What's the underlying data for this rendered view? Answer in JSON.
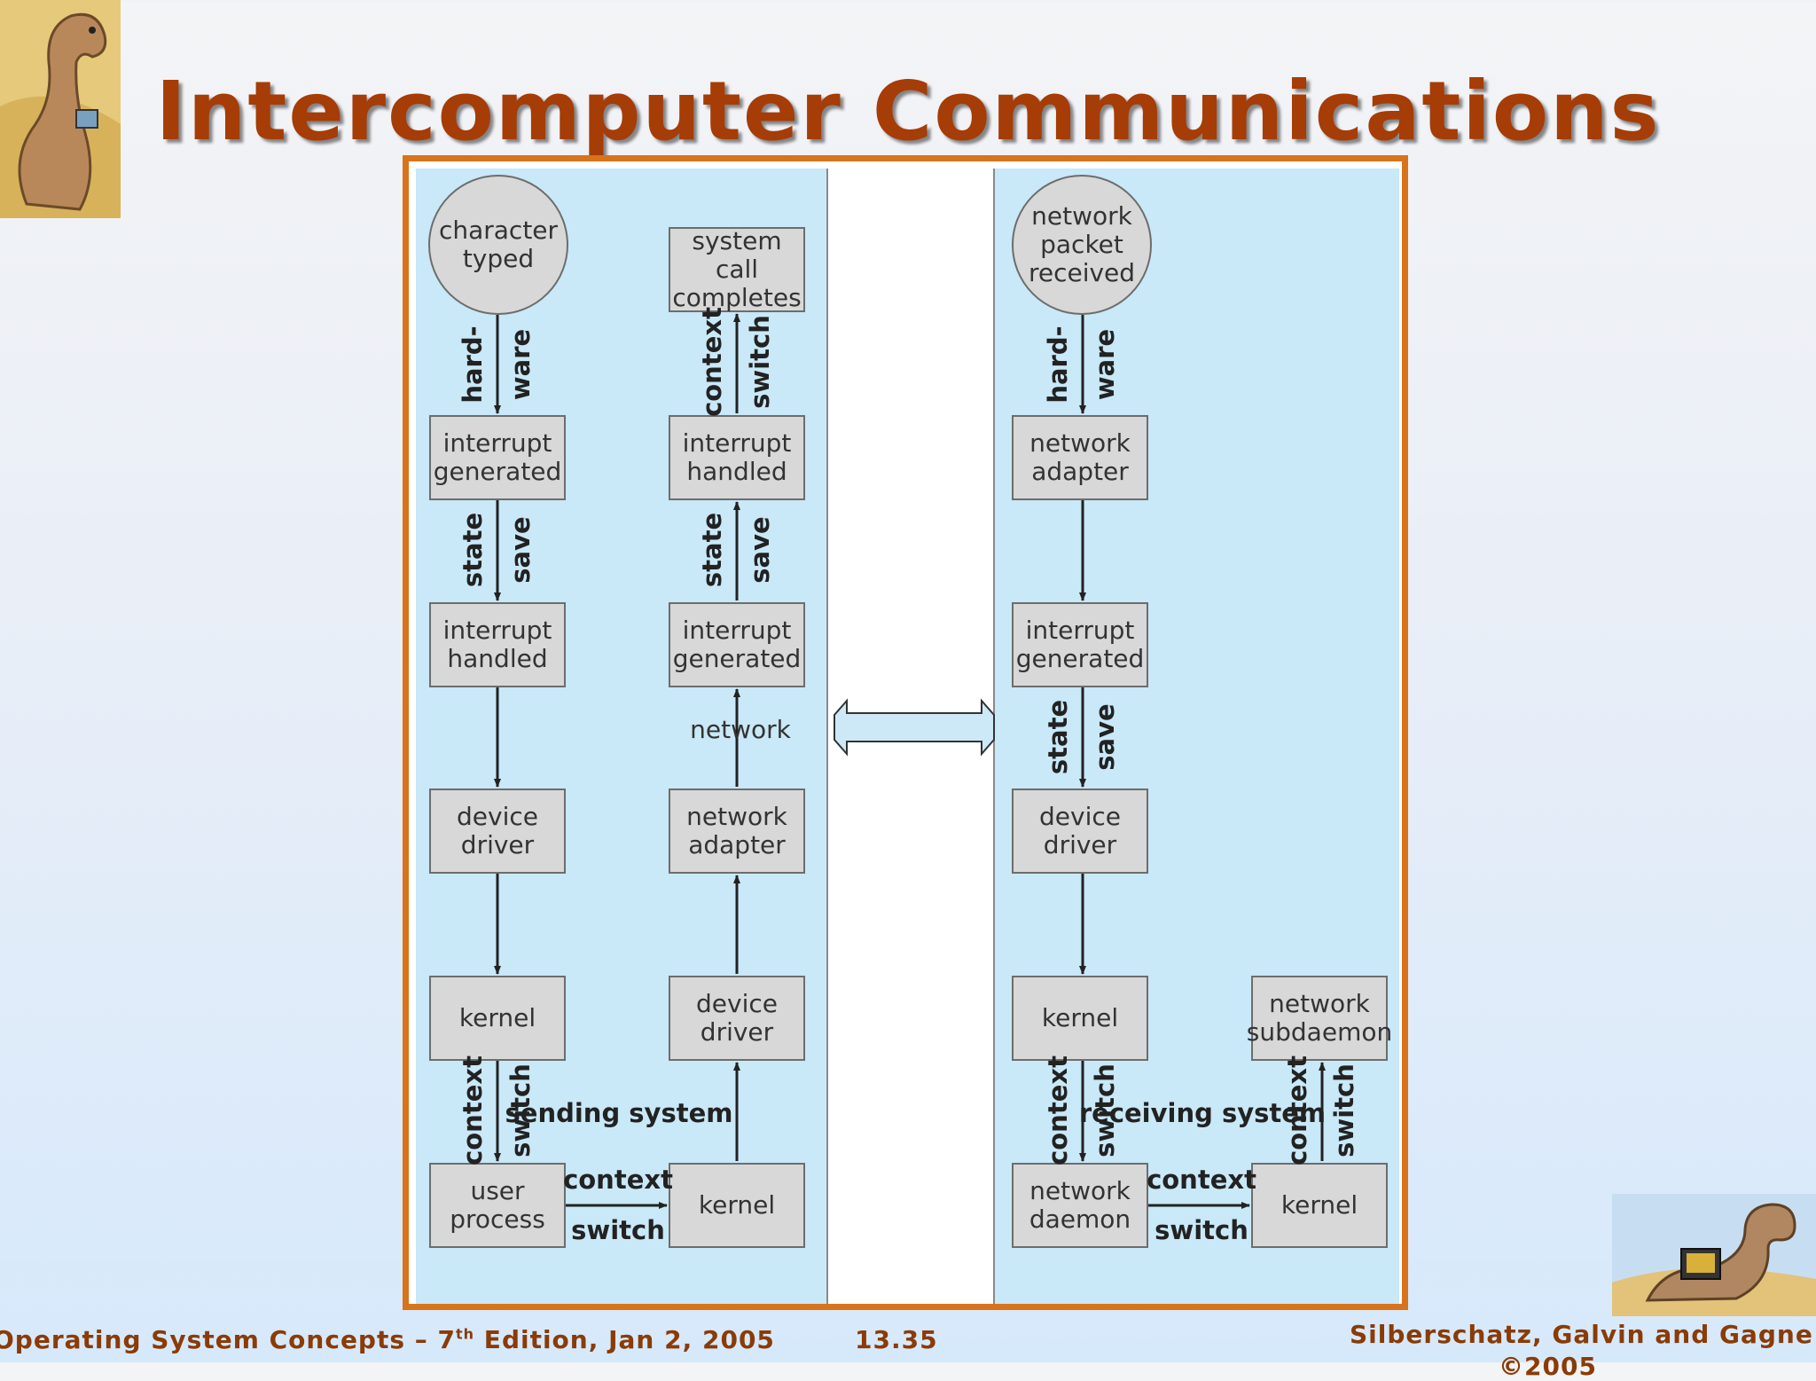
{
  "slide": {
    "title": "Intercomputer Communications",
    "footer_left_pre": "Operating System Concepts – 7",
    "footer_left_sup": "th",
    "footer_left_post": " Edition, Jan 2, 2005",
    "footer_center": "13.35",
    "footer_right_line1": "Silberschatz, Galvin and Gagne",
    "footer_right_line2": "©2005"
  },
  "diagram": {
    "network_label": "network",
    "sending_system": {
      "label": "sending system",
      "left_column": {
        "start": "character\ntyped",
        "boxes": [
          "interrupt\ngenerated",
          "interrupt\nhandled",
          "device\ndriver",
          "kernel",
          "user\nprocess"
        ]
      },
      "right_column": {
        "boxes": [
          "system call\ncompletes",
          "interrupt\nhandled",
          "interrupt\ngenerated",
          "network\nadapter",
          "device\ndriver",
          "kernel"
        ]
      }
    },
    "receiving_system": {
      "label": "receiving system",
      "left_column": {
        "start": "network\npacket\nreceived",
        "boxes": [
          "network\nadapter",
          "interrupt\ngenerated",
          "device\ndriver",
          "kernel",
          "network\ndaemon"
        ]
      },
      "right_column": {
        "boxes": [
          "network\nsubdaemon",
          "kernel"
        ]
      }
    },
    "arrow_labels": {
      "hard": "hard-",
      "ware": "ware",
      "state": "state",
      "save": "save",
      "context": "context",
      "switch": "switch"
    }
  }
}
